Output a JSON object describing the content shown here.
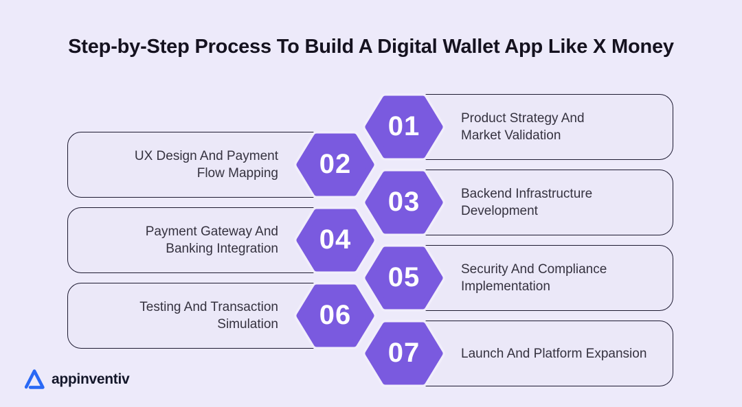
{
  "title": "Step-by-Step Process To Build A Digital Wallet App Like X Money",
  "steps": [
    {
      "number": "01",
      "label": "Product Strategy And\nMarket Validation",
      "side": "right"
    },
    {
      "number": "02",
      "label": "UX Design And Payment\nFlow Mapping",
      "side": "left"
    },
    {
      "number": "03",
      "label": "Backend Infrastructure\nDevelopment",
      "side": "right"
    },
    {
      "number": "04",
      "label": "Payment Gateway And\nBanking Integration",
      "side": "left"
    },
    {
      "number": "05",
      "label": "Security And Compliance\nImplementation",
      "side": "right"
    },
    {
      "number": "06",
      "label": "Testing And Transaction\nSimulation",
      "side": "left"
    },
    {
      "number": "07",
      "label": "Launch And Platform Expansion",
      "side": "right"
    }
  ],
  "footer": {
    "logo_text": "appinventiv"
  },
  "colors": {
    "background": "#EDEAFA",
    "box_fill": "#EBE8F8",
    "box_border": "#1C1930",
    "hexagon": "#7A5ADF",
    "hexagon_halo": "#F1EEFB",
    "title_text": "#15121F",
    "step_text": "#35323F",
    "number_text": "#FFFFFF",
    "logo_blue": "#2968F5",
    "logo_text": "#14172A"
  }
}
